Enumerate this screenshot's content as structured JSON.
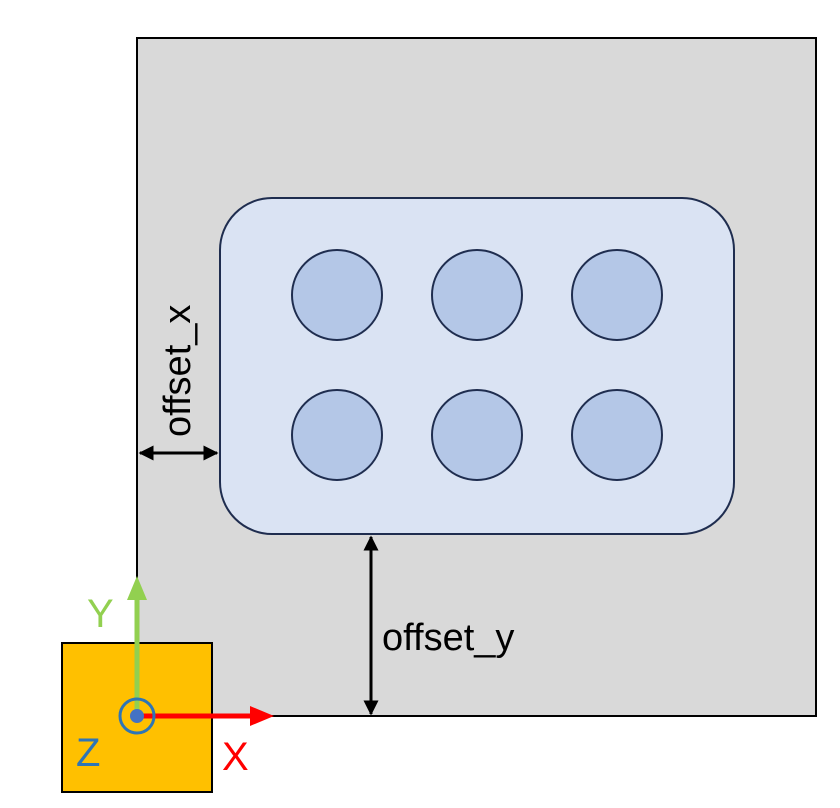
{
  "labels": {
    "offset_x": "offset_x",
    "offset_y": "offset_y",
    "axis_x": "X",
    "axis_y": "Y",
    "axis_z": "Z"
  },
  "plate": {
    "well_rows": 2,
    "well_columns": 3
  },
  "colors": {
    "background_panel": "#d9d9d9",
    "panel_border": "#000000",
    "plate_fill": "#dae3f3",
    "plate_border": "#1f2d4f",
    "well_fill": "#b4c7e7",
    "well_border": "#1f2d4f",
    "origin_block": "#ffc000",
    "x_axis": "#ff0000",
    "y_axis": "#92d050",
    "z_axis": "#2e75b6",
    "dimension_arrow": "#000000"
  }
}
